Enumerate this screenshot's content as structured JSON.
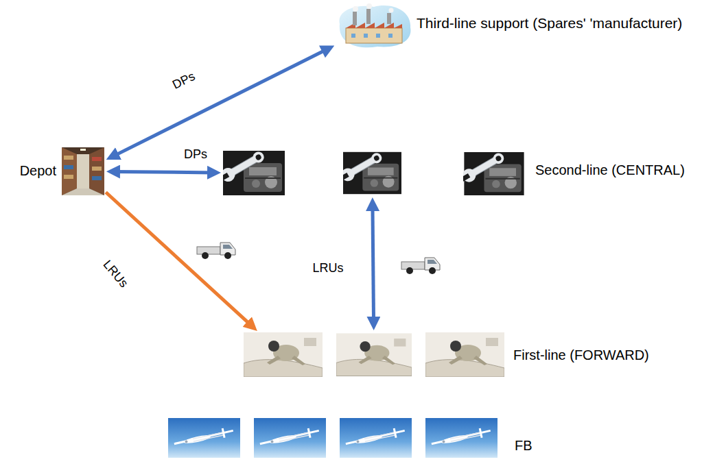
{
  "diagram": {
    "nodes": [
      {
        "text": [
          "Third-line support (Spares' 'manufacturer)"
        ]
      },
      {
        "text": [
          "Depot"
        ]
      },
      {
        "text": []
      },
      {
        "text": []
      },
      {
        "text": [
          "Second-line (CENTRAL)"
        ]
      },
      {
        "text": []
      },
      {
        "text": []
      },
      {
        "text": [
          "First-line (FORWARD)"
        ]
      },
      {
        "text": []
      },
      {
        "text": []
      },
      {
        "text": []
      },
      {
        "text": [
          "FB"
        ]
      }
    ],
    "edges": [
      {
        "from": 1,
        "to": 0,
        "arrow": "both",
        "label": "DPs"
      },
      {
        "from": 1,
        "to": 2,
        "arrow": "both",
        "label": "DPs"
      },
      {
        "from": 1,
        "to": 5,
        "arrow": "to",
        "label": "LRUs"
      },
      {
        "from": 3,
        "to": 6,
        "arrow": "both",
        "label": "LRUs"
      }
    ]
  }
}
